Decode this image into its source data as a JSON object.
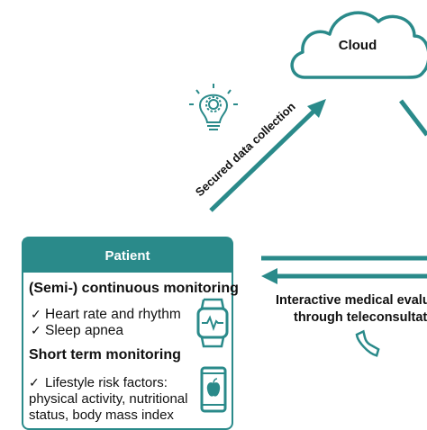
{
  "cloud": {
    "label": "Cloud"
  },
  "arrow_left": {
    "label": "Secured data collection"
  },
  "patient": {
    "title": "Patient",
    "continuous": {
      "title": "(Semi-) continuous monitoring",
      "items": [
        "Heart rate and rhythm",
        "Sleep apnea"
      ]
    },
    "short_term": {
      "title": "Short term monitoring",
      "items": [
        "Lifestyle risk factors:",
        "physical activity, nutritional",
        "status, body mass index"
      ]
    }
  },
  "right_side": {
    "line1": "Interactive medical evalu",
    "line2": "through teleconsultati"
  },
  "colors": {
    "teal": "#2a8a8a",
    "text": "#111111"
  },
  "icons": [
    "lightbulb-gear-icon",
    "smartwatch-icon",
    "smartphone-apple-icon",
    "phone-icon",
    "checkmark-icon"
  ]
}
